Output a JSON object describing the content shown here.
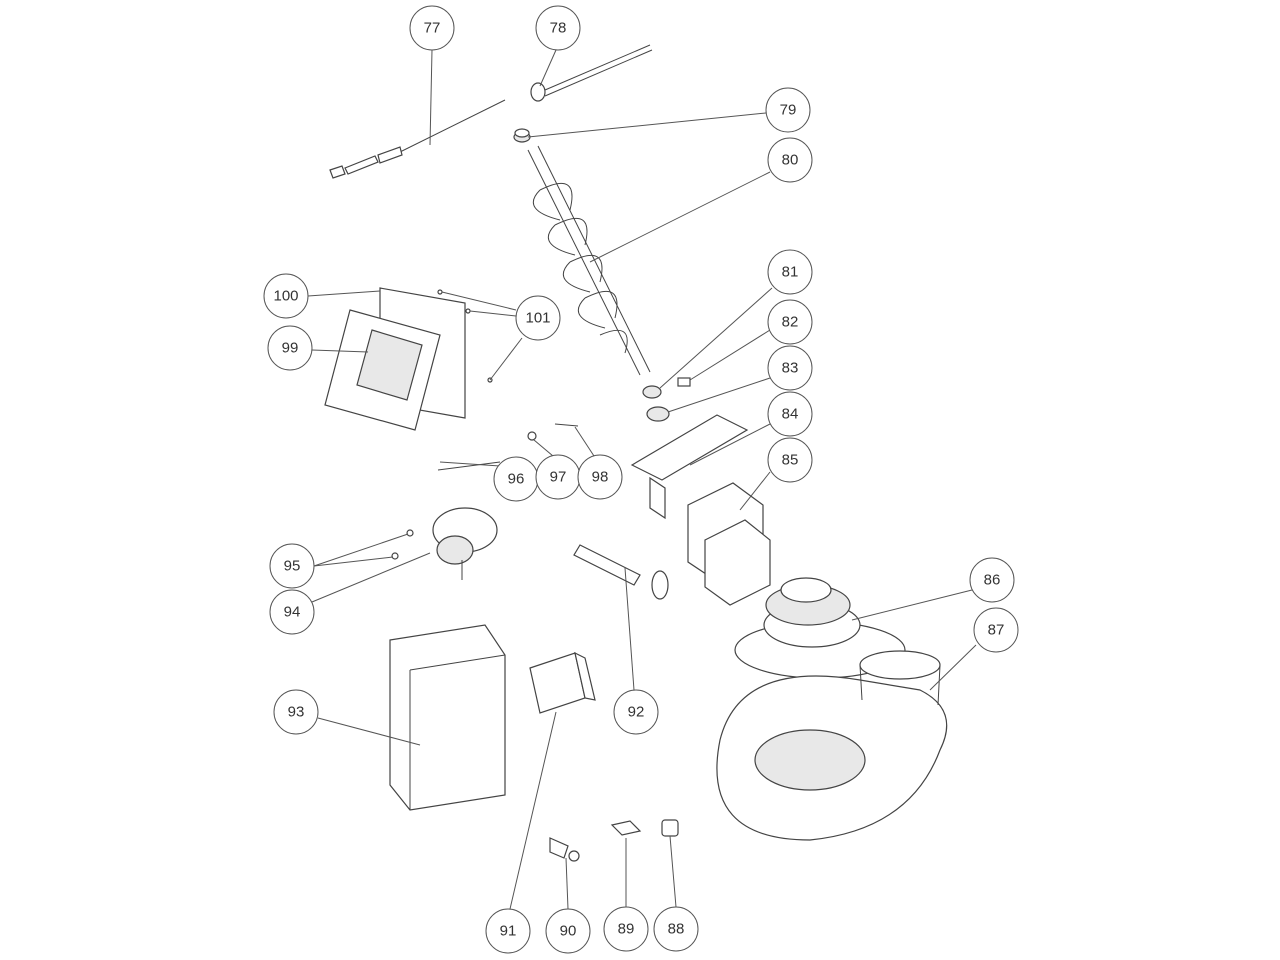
{
  "diagram": {
    "type": "exploded-parts-diagram",
    "callouts": [
      {
        "id": "77",
        "label": "77"
      },
      {
        "id": "78",
        "label": "78"
      },
      {
        "id": "79",
        "label": "79"
      },
      {
        "id": "80",
        "label": "80"
      },
      {
        "id": "81",
        "label": "81"
      },
      {
        "id": "82",
        "label": "82"
      },
      {
        "id": "83",
        "label": "83"
      },
      {
        "id": "84",
        "label": "84"
      },
      {
        "id": "85",
        "label": "85"
      },
      {
        "id": "86",
        "label": "86"
      },
      {
        "id": "87",
        "label": "87"
      },
      {
        "id": "88",
        "label": "88"
      },
      {
        "id": "89",
        "label": "89"
      },
      {
        "id": "90",
        "label": "90"
      },
      {
        "id": "91",
        "label": "91"
      },
      {
        "id": "92",
        "label": "92"
      },
      {
        "id": "93",
        "label": "93"
      },
      {
        "id": "94",
        "label": "94"
      },
      {
        "id": "95",
        "label": "95"
      },
      {
        "id": "96",
        "label": "96"
      },
      {
        "id": "97",
        "label": "97"
      },
      {
        "id": "98",
        "label": "98"
      },
      {
        "id": "99",
        "label": "99"
      },
      {
        "id": "100",
        "label": "100"
      },
      {
        "id": "101",
        "label": "101"
      }
    ]
  }
}
